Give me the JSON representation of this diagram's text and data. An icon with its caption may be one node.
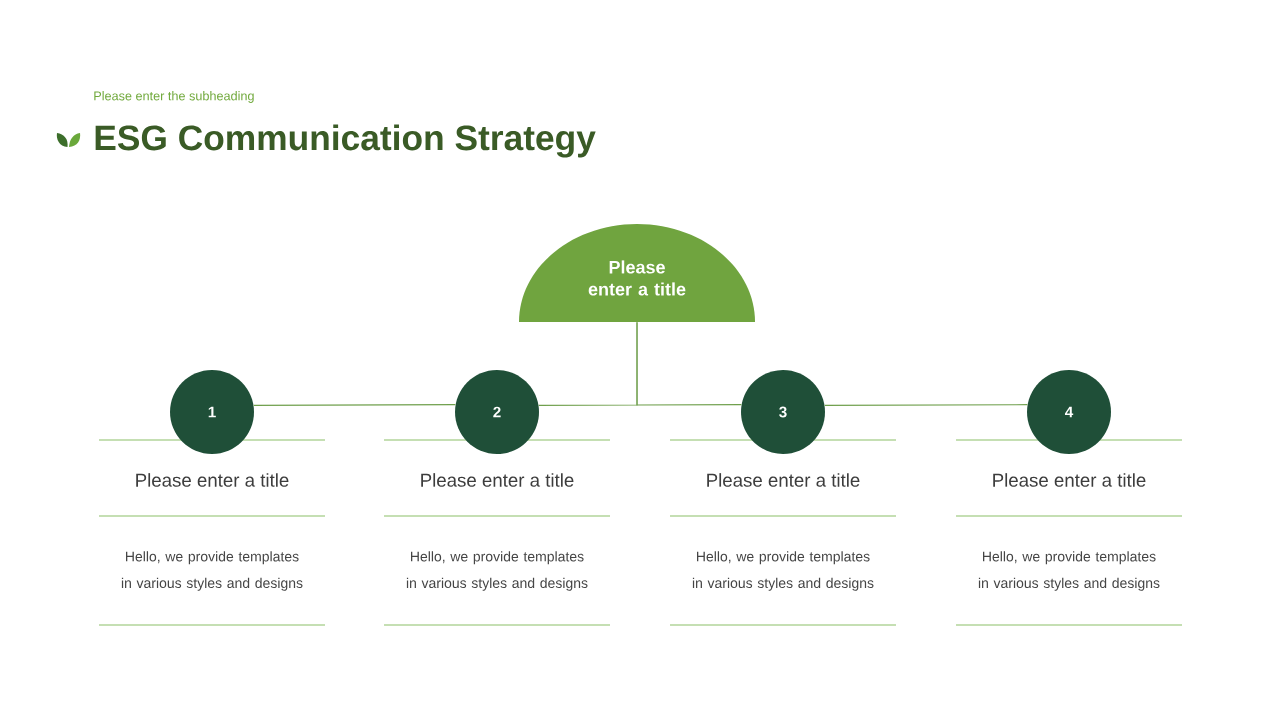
{
  "diagram": {
    "title": "ESG Communication Strategy",
    "nodes": [
      {
        "text": [
          "Please enter a title"
        ]
      },
      {
        "text": [
          "1"
        ],
        "beside": [
          "Please enter a title"
        ]
      },
      {
        "text": [
          "2"
        ],
        "beside": [
          "Please enter a title"
        ]
      },
      {
        "text": [
          "3"
        ],
        "beside": [
          "Please enter a title"
        ]
      },
      {
        "text": [
          "4"
        ],
        "beside": [
          "Please enter a title"
        ]
      }
    ],
    "edges": [
      {
        "from": 0,
        "to": 2,
        "arrow": "none"
      },
      {
        "from": 0,
        "to": 3,
        "arrow": "none"
      },
      {
        "from": 1,
        "to": 2,
        "arrow": "none"
      },
      {
        "from": 3,
        "to": 4,
        "arrow": "none"
      }
    ],
    "labels": [
      "Please enter the subheading",
      "Hello, we provide templates in various styles and designs",
      "Hello, we provide templates in various styles and designs",
      "Hello, we provide templates in various styles and designs",
      "Hello, we provide templates in various styles and designs"
    ]
  }
}
